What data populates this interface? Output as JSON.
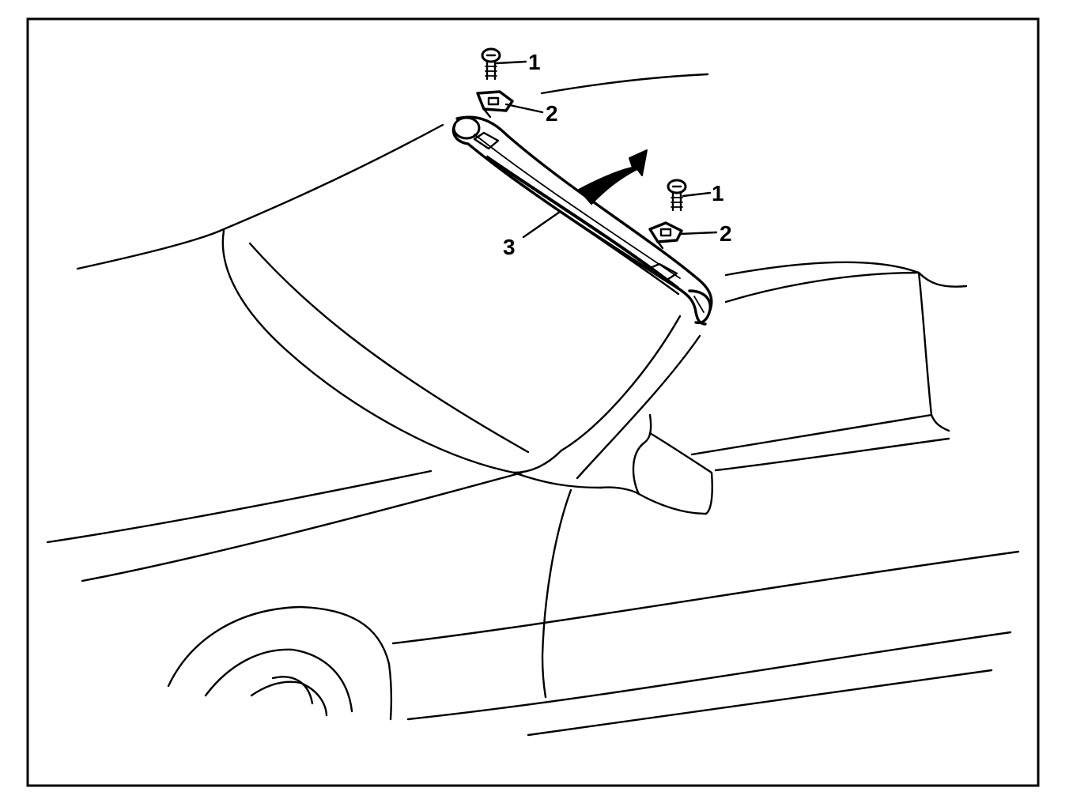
{
  "callouts": {
    "bolt_left": "1",
    "clip_left": "2",
    "bolt_right": "1",
    "clip_right": "2",
    "trim_strip": "3"
  },
  "colors": {
    "line": "#000000",
    "background": "#ffffff",
    "arrow": "#000000"
  },
  "icons": [
    "bolt-icon",
    "clip-nut-icon",
    "direction-arrow-icon"
  ]
}
